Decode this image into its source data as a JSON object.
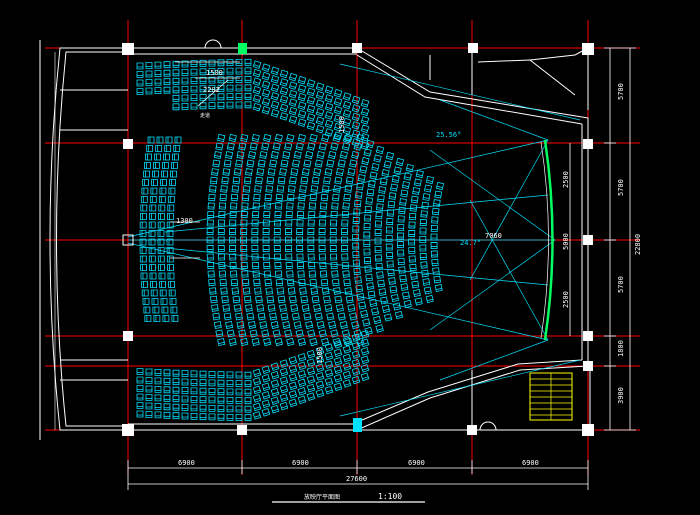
{
  "drawing": {
    "title": "放映厅平面图",
    "scale": "1:100",
    "colors": {
      "background": "#000000",
      "walls": "#ffffff",
      "grid": "#ff0000",
      "seats": "#00e0ff",
      "sightlines": "#00e0ff",
      "screen": "#00ff60",
      "dimension": "#ffffff",
      "stairs": "#ffff00"
    }
  },
  "dimensions": {
    "bottom_segments": [
      "6900",
      "6900",
      "6900",
      "6900"
    ],
    "bottom_total": "27600",
    "right_segments": [
      "5700",
      "5700",
      "5700",
      "1800",
      "3900"
    ],
    "right_total": "22800"
  },
  "annotations": {
    "aisle_top": "1500",
    "stair_dim": "2202",
    "stair_label": "走道",
    "row_gap_left": "1300",
    "row_gap_top": "1500",
    "row_gap_bottom": "1500",
    "angle_top": "25.56°",
    "angle_mid": "24.7°",
    "screen_distance": "7060",
    "screen_upper": "2500",
    "screen_width": "5000",
    "screen_lower": "2500"
  }
}
